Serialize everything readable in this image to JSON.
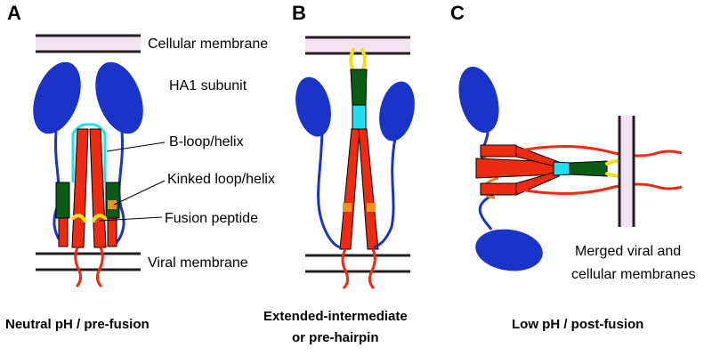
{
  "panels": [
    {
      "letter": "A",
      "caption_lines": [
        "Neutral pH / pre-fusion"
      ]
    },
    {
      "letter": "B",
      "caption_lines": [
        "Extended-intermediate",
        "or pre-hairpin"
      ]
    },
    {
      "letter": "C",
      "caption_lines": [
        "Low pH / post-fusion"
      ]
    }
  ],
  "labels": {
    "cellular_membrane": "Cellular membrane",
    "ha1_subunit": "HA1 subunit",
    "b_loop": "B-loop/helix",
    "kinked_loop": "Kinked loop/helix",
    "fusion_peptide": "Fusion peptide",
    "viral_membrane": "Viral membrane",
    "merged_line1": "Merged viral and",
    "merged_line2": "cellular  membranes"
  },
  "colors": {
    "ha1": "#1a33c8",
    "helix": "#ee2b10",
    "dark_green": "#0b5a15",
    "cyan": "#1fe0f0",
    "orange": "#f5911e",
    "yellow": "#f2e20c",
    "membrane_fill": "#f4e4f2",
    "membrane_line": "#231f20",
    "tan": "#d08a2c"
  }
}
